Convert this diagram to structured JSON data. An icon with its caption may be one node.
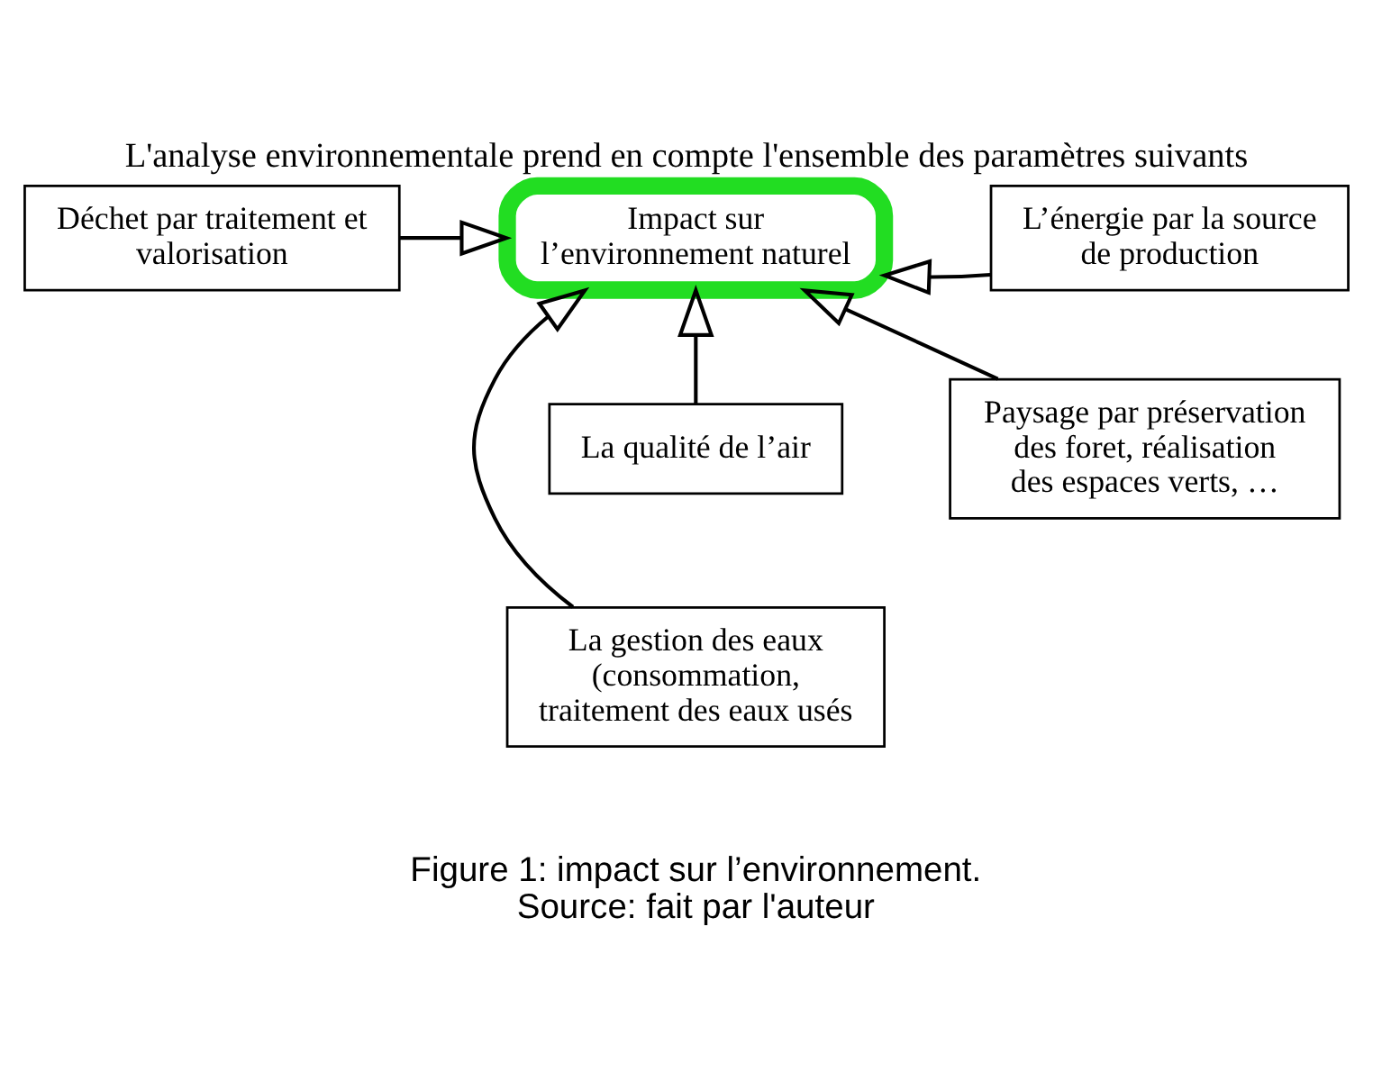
{
  "diagram": {
    "title": "L'analyse environnementale prend en compte l'ensemble des paramètres suivants",
    "caption": "Figure 1: impact sur l’environnement. Source: fait par l'auteur",
    "nodes": [
      {
        "text": [
          "Impact sur l’environnement naturel"
        ]
      },
      {
        "text": [
          "Déchet par traitement et valorisation"
        ]
      },
      {
        "text": [
          "L’énergie par la source de production"
        ]
      },
      {
        "text": [
          "La qualité de l’air"
        ]
      },
      {
        "text": [
          "Paysage par préservation des foret, réalisation des espaces verts, …"
        ]
      },
      {
        "text": [
          "La gestion des eaux (consommation, traitement des eaux usés"
        ]
      }
    ],
    "edges": [
      {
        "from": 1,
        "to": 0,
        "arrow": "to"
      },
      {
        "from": 2,
        "to": 0,
        "arrow": "to"
      },
      {
        "from": 3,
        "to": 0,
        "arrow": "to"
      },
      {
        "from": 5,
        "to": 0,
        "arrow": "to"
      },
      {
        "from": 4,
        "to": 0,
        "arrow": "to"
      }
    ]
  }
}
